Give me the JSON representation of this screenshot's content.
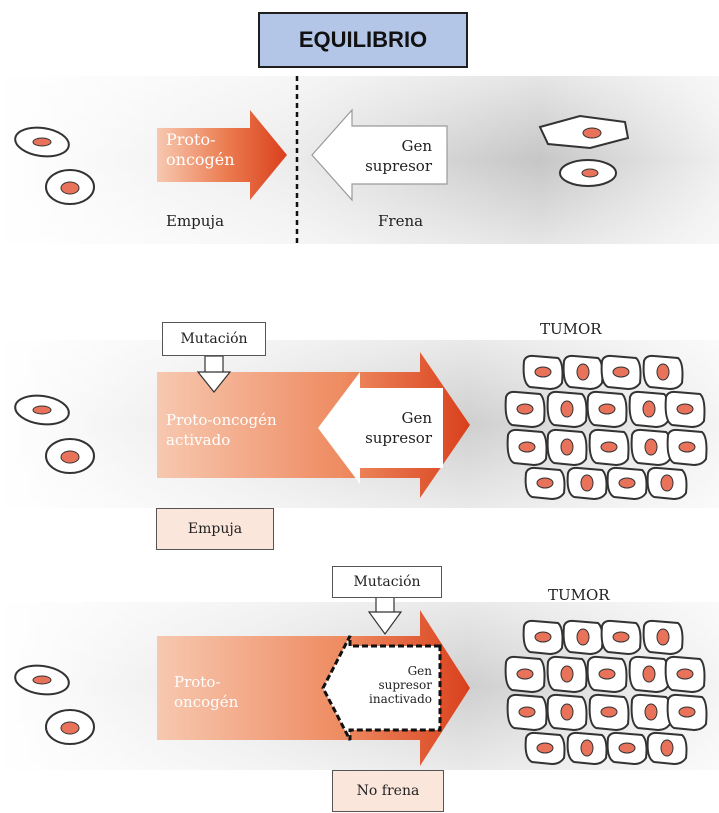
{
  "title": "EQUILIBRIO",
  "panel1": {
    "proto": [
      "Proto-",
      "oncogén"
    ],
    "supresor": [
      "Gen",
      "supresor"
    ],
    "push": "Empuja",
    "brake": "Frena"
  },
  "panel2": {
    "mutation": "Mutación",
    "proto": [
      "Proto-oncogén",
      "activado"
    ],
    "supresor": [
      "Gen",
      "supresor"
    ],
    "tumor": "TUMOR",
    "push": "Empuja"
  },
  "panel3": {
    "mutation": "Mutación",
    "proto": [
      "Proto-",
      "oncogén"
    ],
    "supresor": [
      "Gen",
      "supresor",
      "inactivado"
    ],
    "tumor": "TUMOR",
    "no_brake": "No frena"
  },
  "colors": {
    "arrow_dark": "#d9401c",
    "arrow_light": "#f6c5ad",
    "nucleus": "#e8735a",
    "band_gray": "#c8c8c8",
    "title_fill": "#b4c6e7"
  }
}
